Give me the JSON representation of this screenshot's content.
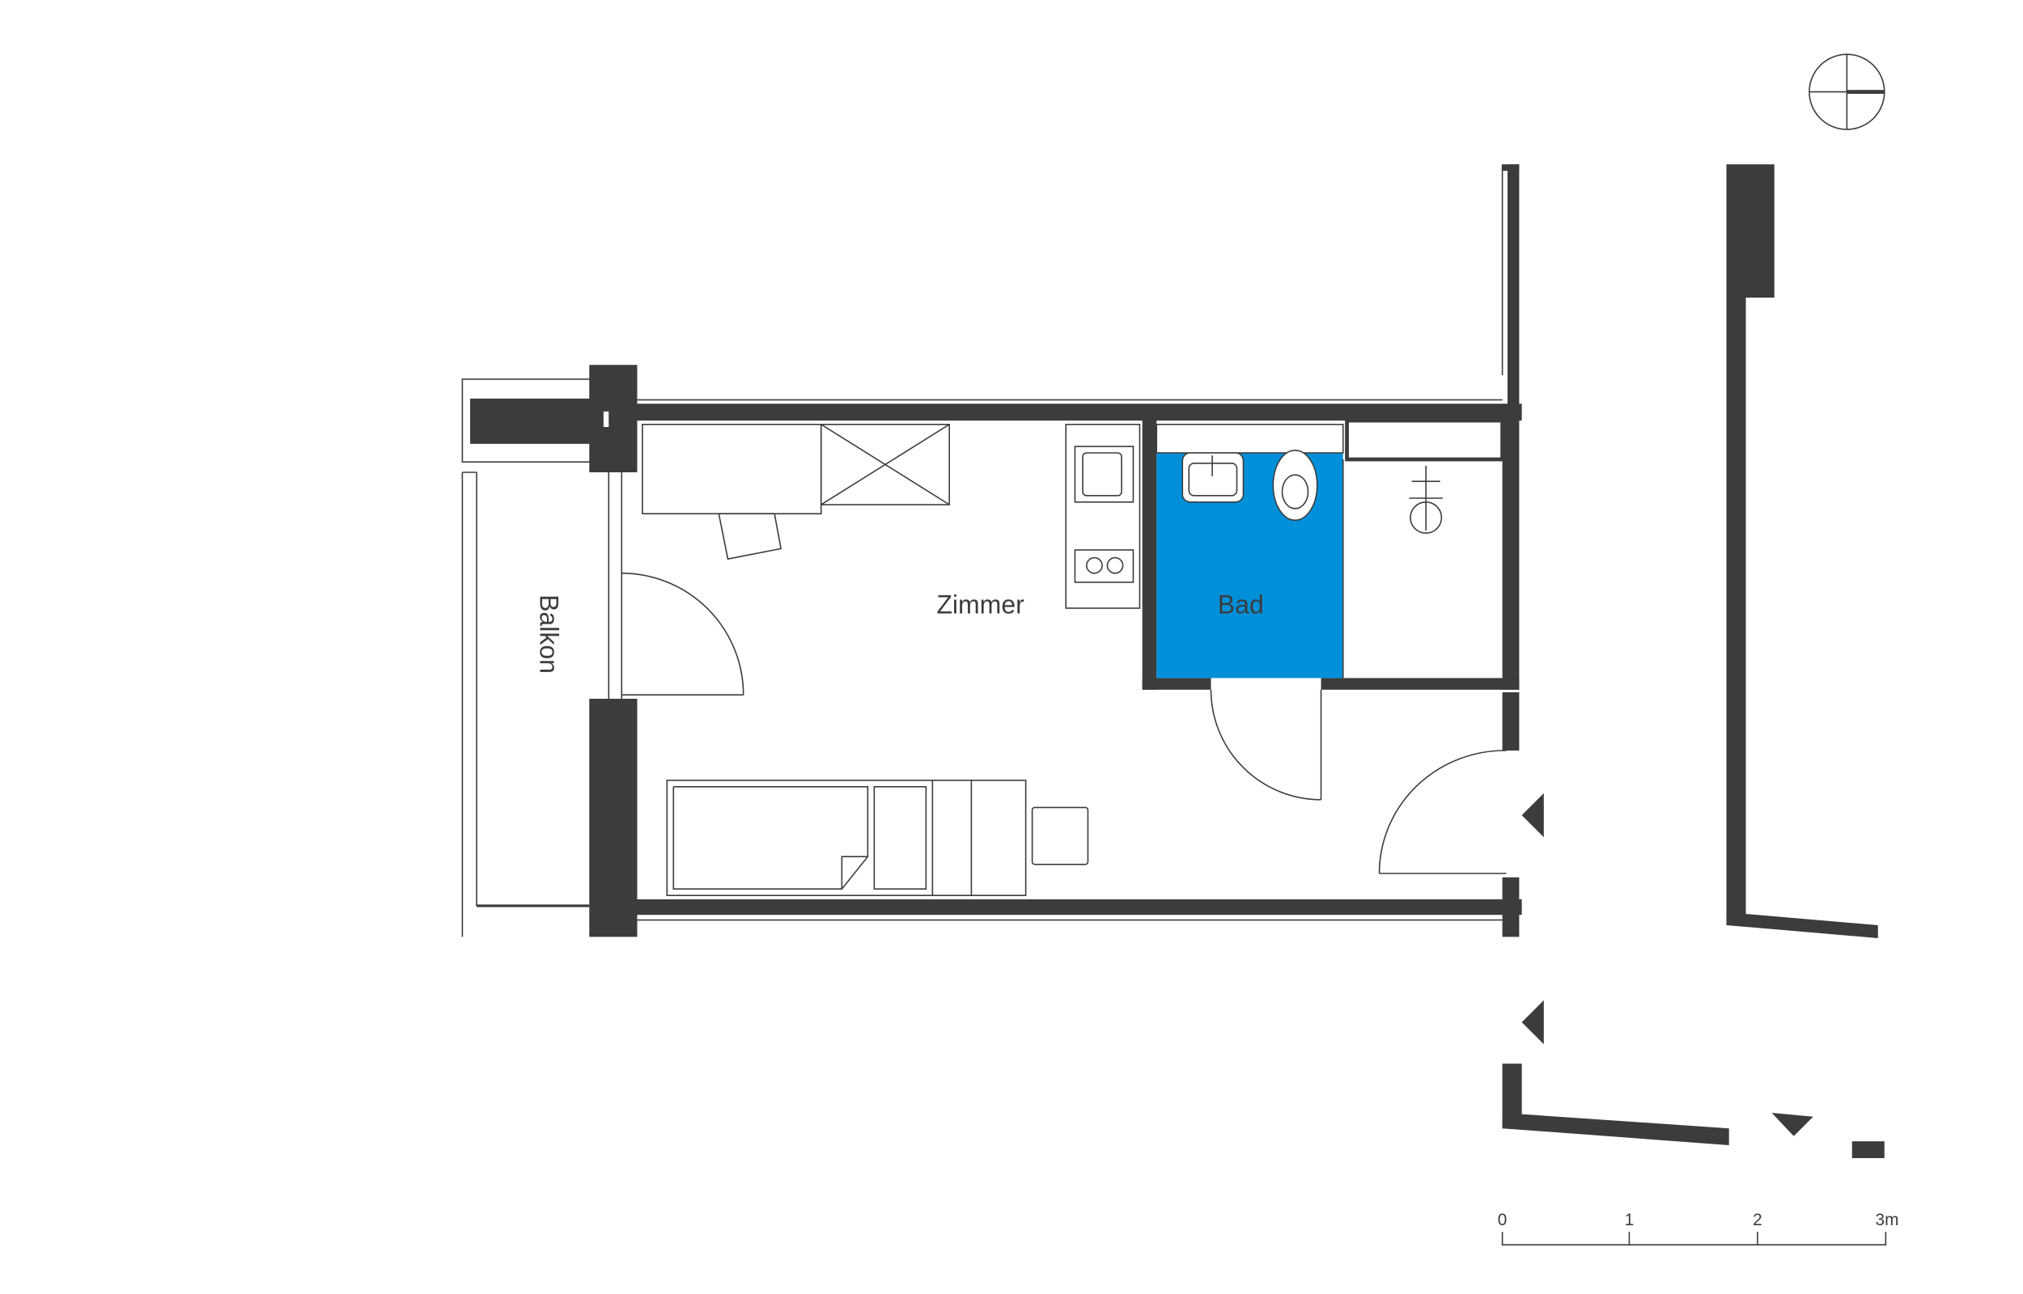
{
  "rooms": {
    "room": "Zimmer",
    "bathroom": "Bad",
    "balcony": "Balkon"
  },
  "scale_bar": {
    "ticks": [
      "0",
      "1",
      "2",
      "3m"
    ]
  },
  "colors": {
    "wall": "#3c3c3c",
    "bathroom_fill": "#0090da"
  }
}
